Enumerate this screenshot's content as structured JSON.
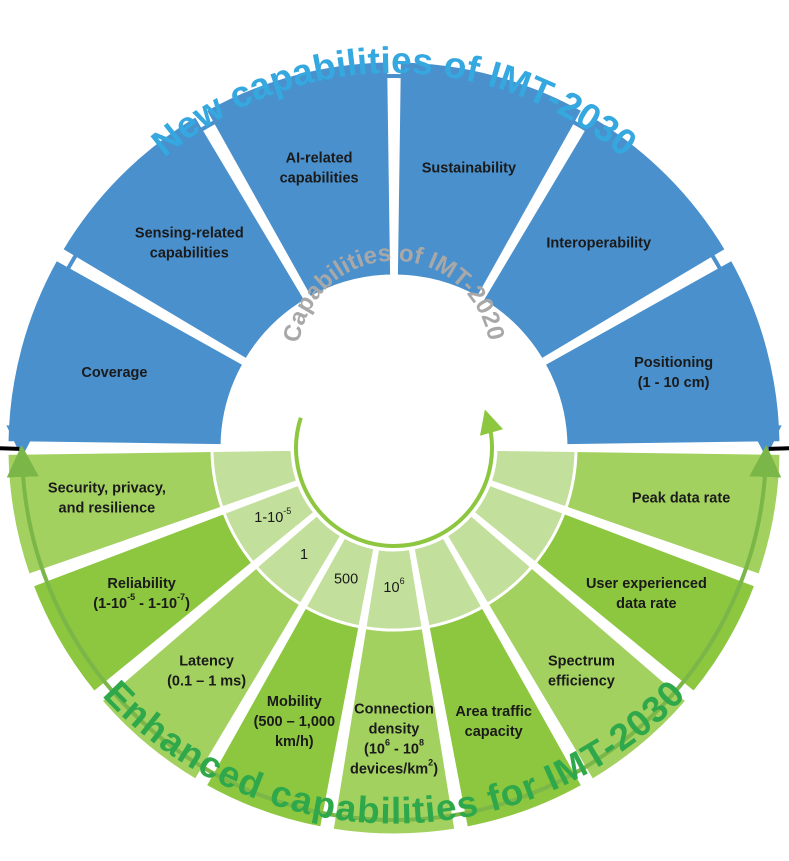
{
  "diagram": {
    "outer_titles": {
      "top": "New capabilities of IMT-2030",
      "bottom": "Enhanced capabilities for IMT-2030"
    },
    "inner_title": "Capabilities of IMT-2020",
    "colors": {
      "new_capability": "#4a90cc",
      "enhanced_capability": "#8dc63f",
      "enhanced_light": "#a3d160",
      "baseline": "#c3df9c",
      "top_arrow": "#4a90cc",
      "bottom_arrow": "#7ab648",
      "top_title": "#35a8e0",
      "bottom_title": "#2ea84a",
      "inner_title": "#a8a8a8",
      "inner_arrow": "#8dc63f"
    },
    "new_capabilities": [
      {
        "name": "coverage",
        "lines": [
          "Coverage"
        ]
      },
      {
        "name": "sensing",
        "lines": [
          "Sensing-related",
          "capabilities"
        ]
      },
      {
        "name": "ai",
        "lines": [
          "AI-related",
          "capabilities"
        ]
      },
      {
        "name": "sustainability",
        "lines": [
          "Sustainability"
        ]
      },
      {
        "name": "interoperability",
        "lines": [
          "Interoperability"
        ]
      },
      {
        "name": "positioning",
        "lines": [
          "Positioning",
          "(1 - 10 cm)"
        ]
      }
    ],
    "enhanced_capabilities": [
      {
        "name": "peak-data-rate",
        "lines": [
          "Peak data rate"
        ]
      },
      {
        "name": "user-experienced-data-rate",
        "lines": [
          "User experienced",
          "data rate"
        ]
      },
      {
        "name": "spectrum-efficiency",
        "lines": [
          "Spectrum",
          "efficiency"
        ]
      },
      {
        "name": "area-traffic-capacity",
        "lines": [
          "Area traffic",
          "capacity"
        ]
      },
      {
        "name": "connection-density",
        "lines": [
          "Connection",
          "density",
          "(10^6 -  10^8",
          "devices/km^2)"
        ]
      },
      {
        "name": "mobility",
        "lines": [
          "Mobility",
          "(500 – 1,000",
          "km/h)"
        ]
      },
      {
        "name": "latency",
        "lines": [
          "Latency",
          "(0.1 – 1 ms)"
        ]
      },
      {
        "name": "reliability",
        "lines": [
          "Reliability",
          "(1-10^-5 - 1-10^-7)"
        ]
      },
      {
        "name": "security",
        "lines": [
          "Security, privacy,",
          "and resilience"
        ]
      }
    ],
    "imt2020_values": [
      {
        "segment": "connection-density",
        "label": "10^6"
      },
      {
        "segment": "mobility",
        "label": "500"
      },
      {
        "segment": "latency",
        "label": "1"
      },
      {
        "segment": "reliability",
        "label": "1-10^-5"
      }
    ]
  }
}
